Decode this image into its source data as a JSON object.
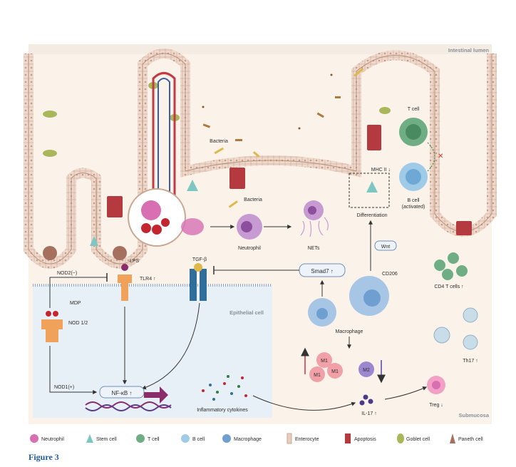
{
  "figure": {
    "caption": "Figure 3",
    "regions": {
      "lumen": "Intestinal lumen",
      "epithelial": "Epithelial cell",
      "submucosa": "Submucosa"
    },
    "labels": {
      "bacteria_1": "Bacteria",
      "bacteria_2": "Bacteria",
      "neutrophil": "Neutrophil",
      "nets": "NETs",
      "differentiation": "Differentiation",
      "t_cell": "T cell",
      "mhc": "MHC II ↓",
      "b_cell": "B cell",
      "b_cell_activated": "(activated)",
      "wnt": "Wnt",
      "cd206": "CD206",
      "smad7": "Smad7 ↑",
      "macrophage": "Macrophage",
      "cd4": "CD4 T cells ↑",
      "th17": "Th17 ↑",
      "treg": "Treg ↓",
      "il17": "IL-17 ↑",
      "m1": "M1",
      "m2": "M2",
      "lps": "LPS",
      "tlr4": "TLR4 ↑",
      "tgfb": "TGF-β",
      "nod2": "NOD2(−)",
      "mdp": "MDP",
      "nod12": "NOD 1/2",
      "nod1": "NOD1(+)",
      "nfkb": "NF-κB ↑",
      "cytokines": "Inflammatory cytokines"
    },
    "legend": [
      {
        "name": "Neutrophil",
        "icon": "neutrophil-icon",
        "color": "#d86fb3"
      },
      {
        "name": "Stem cell",
        "icon": "stem-cell-icon",
        "color": "#7cc7c2"
      },
      {
        "name": "T cell",
        "icon": "t-cell-icon",
        "color": "#6fae84"
      },
      {
        "name": "B cell",
        "icon": "b-cell-icon",
        "color": "#9fcbe8"
      },
      {
        "name": "Macrophage",
        "icon": "macrophage-icon",
        "color": "#6f9fd1"
      },
      {
        "name": "Enterocyte",
        "icon": "enterocyte-icon",
        "color": "#e8cdbf"
      },
      {
        "name": "Apoptosis",
        "icon": "apoptosis-icon",
        "color": "#b53a3f"
      },
      {
        "name": "Goblet cell",
        "icon": "goblet-cell-icon",
        "color": "#a9b65a"
      },
      {
        "name": "Paneth cell",
        "icon": "paneth-cell-icon",
        "color": "#a5705e"
      }
    ]
  }
}
